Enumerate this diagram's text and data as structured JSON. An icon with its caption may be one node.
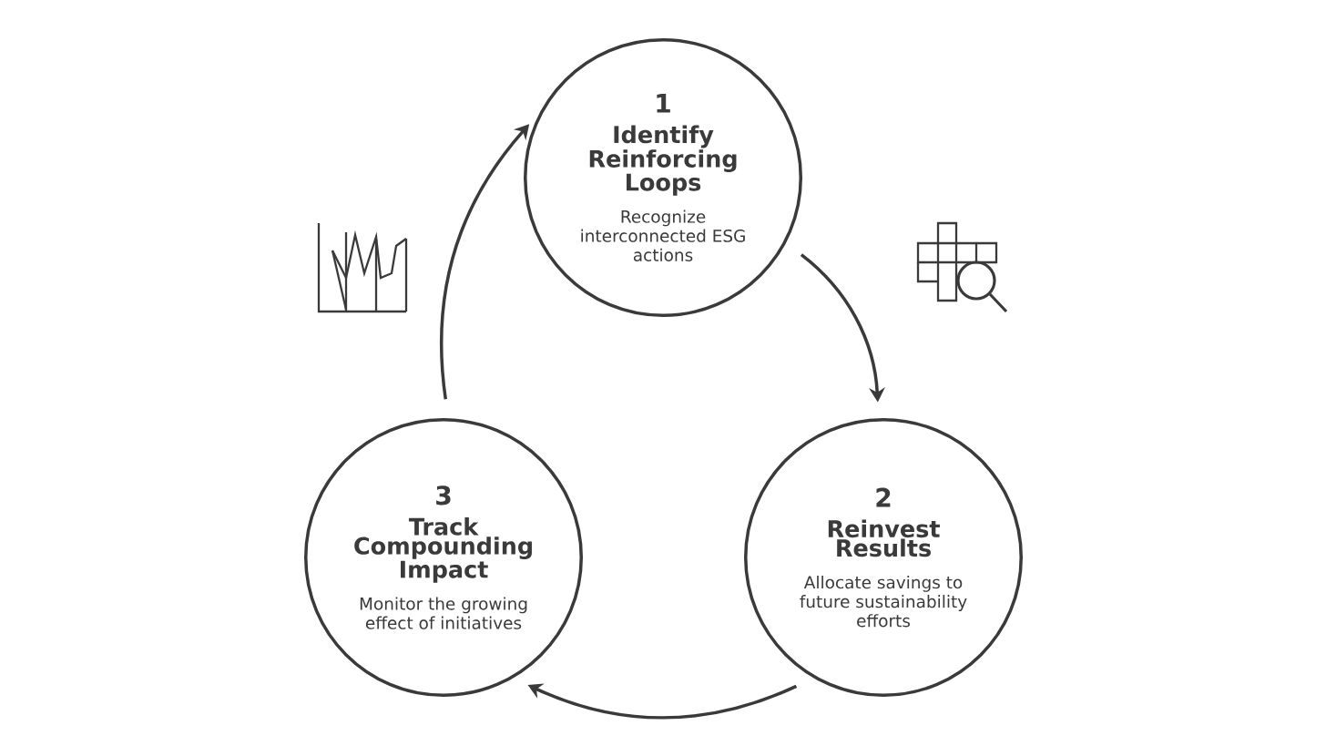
{
  "diagram": {
    "nodes": [
      {
        "text": [
          "1",
          "Identify Reinforcing Loops",
          "Recognize interconnected ESG actions"
        ]
      },
      {
        "text": [
          "2",
          "Reinvest Results",
          "Allocate savings to future sustainability efforts"
        ]
      },
      {
        "text": [
          "3",
          "Track Compounding Impact",
          "Monitor the growing effect of initiatives"
        ]
      }
    ],
    "edges": [
      {
        "from": 0,
        "to": 1,
        "arrow": "to"
      },
      {
        "from": 1,
        "to": 2,
        "arrow": "to"
      },
      {
        "from": 2,
        "to": 0,
        "arrow": "to"
      }
    ]
  }
}
